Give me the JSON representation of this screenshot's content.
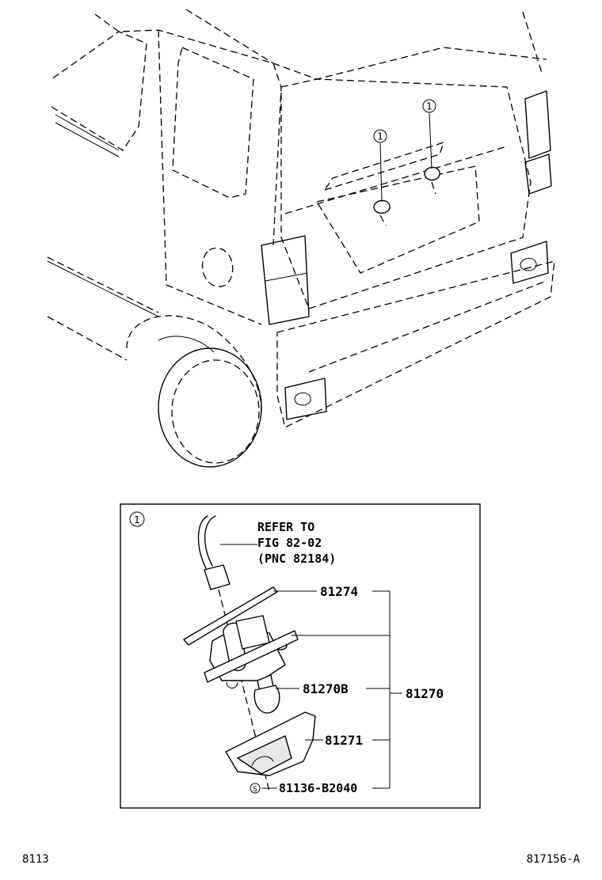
{
  "callout_marker": "1",
  "note": {
    "line1": "REFER TO",
    "line2": "FIG 82-02",
    "line3": "(PNC 82184)"
  },
  "parts": {
    "gasket": "81274",
    "bulb": "81270B",
    "assembly": "81270",
    "lens": "81271",
    "screw": "81136-B2040"
  },
  "screw_symbol": "S",
  "footer": {
    "left_code": "8113",
    "right_code": "817156-A"
  }
}
